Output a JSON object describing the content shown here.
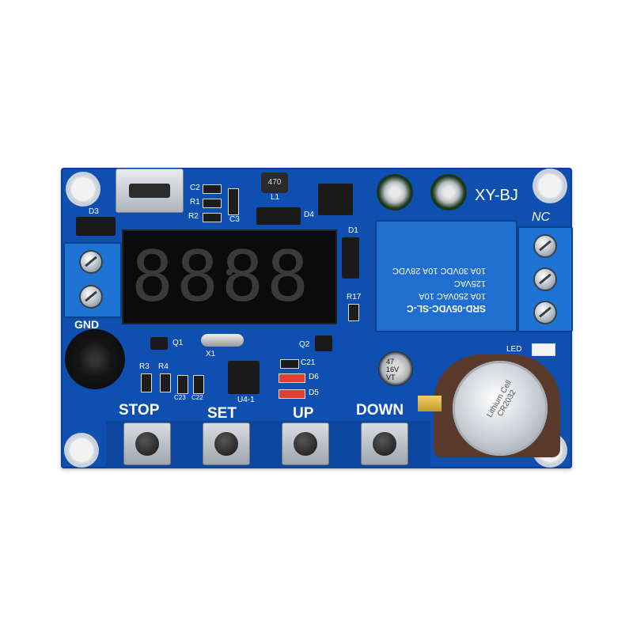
{
  "board": {
    "model": "XY-BJ",
    "terminal_label_left": "GND",
    "terminal_label_right": "NC",
    "display_digits": "8888",
    "relay_lines": [
      "SRD-05VDC-SL-C",
      "10A 250VAC  10A 125VAC",
      "10A 30VDC  10A 28VDC"
    ],
    "capacitor_label": [
      "47",
      "16V",
      "VT"
    ],
    "battery_text": "Lithium Cell",
    "battery_code": "CR2032",
    "buttons": [
      {
        "label": "STOP"
      },
      {
        "label": "SET"
      },
      {
        "label": "UP"
      },
      {
        "label": "DOWN"
      }
    ],
    "component_labels": {
      "d3": "D3",
      "c2": "C2",
      "r1": "R1",
      "r2": "R2",
      "c3": "C3",
      "l1": "L1",
      "inductor": "470",
      "d4": "D4",
      "d1": "D1",
      "r17": "R17",
      "q1": "Q1",
      "x1": "X1",
      "q2": "Q2",
      "r3": "R3",
      "r4": "R4",
      "c23": "C23",
      "c22": "C22",
      "c21": "C21",
      "d6": "D6",
      "d5": "D5",
      "u4": "U4-1",
      "led": "LED"
    }
  }
}
